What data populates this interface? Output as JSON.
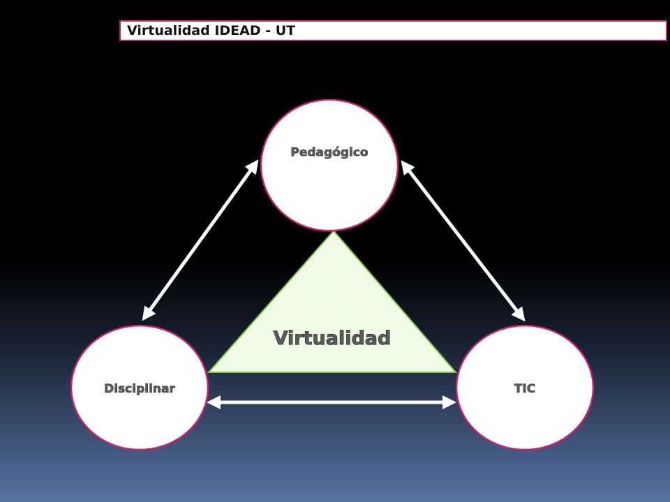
{
  "title": "Virtualidad IDEAD - UT",
  "center": {
    "label": "Virtualidad"
  },
  "nodes": {
    "top": {
      "label": "Pedagógico"
    },
    "left": {
      "label": "Disciplinar"
    },
    "right": {
      "label": "TIC"
    }
  },
  "colors": {
    "node_border": "#c8246e",
    "triangle_fill": "#f0fbe6",
    "triangle_border": "#7fc24a",
    "arrow": "#ffffff"
  }
}
